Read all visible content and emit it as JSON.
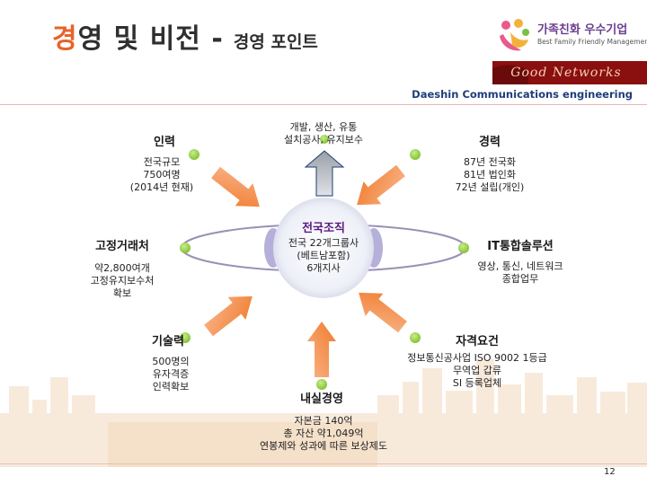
{
  "title": {
    "first_char": "경",
    "rest": "영 및 비전 -",
    "subtitle": "경영 포인트"
  },
  "logo": {
    "text_ko": "가족친화 우수기업",
    "text_en": "Best Family Friendly Management"
  },
  "banner_text": "Good Networks",
  "company": "Daeshin Communications engineering",
  "center": {
    "title": "전국조직",
    "lines": [
      "전국 22개그룹사",
      "(베트남포함)",
      "6개지사"
    ]
  },
  "nodes": {
    "top": {
      "lines": [
        "개발, 생산, 유통",
        "설치공사, 유지보수"
      ]
    },
    "manpower": {
      "title": "인력",
      "lines": [
        "전국규모",
        "750여명",
        "(2014년 현재)"
      ]
    },
    "experience": {
      "title": "경력",
      "lines": [
        "87년 전국화",
        "81년 법인화",
        "72년 설립(개인)"
      ]
    },
    "clients": {
      "title": "고정거래처",
      "lines": [
        "약2,800여개",
        "고정유지보수처",
        "확보"
      ]
    },
    "it": {
      "title": "IT통합솔루션",
      "lines": [
        "영상, 통신, 네트워크",
        "종합업무"
      ]
    },
    "tech": {
      "title": "기술력",
      "lines": [
        "500명의",
        "유자격증",
        "인력확보"
      ]
    },
    "qualification": {
      "title": "자격요건",
      "lines": [
        "정보통신공사업 ISO 9002 1등급",
        "무역업 갑류",
        "SI 등록업체"
      ]
    },
    "internal": {
      "title": "내실경영",
      "lines": [
        "자본금 140억",
        "총 자산 약1,049억",
        "연봉제와 성과에 따른 보상제도"
      ]
    }
  },
  "page_number": "12"
}
